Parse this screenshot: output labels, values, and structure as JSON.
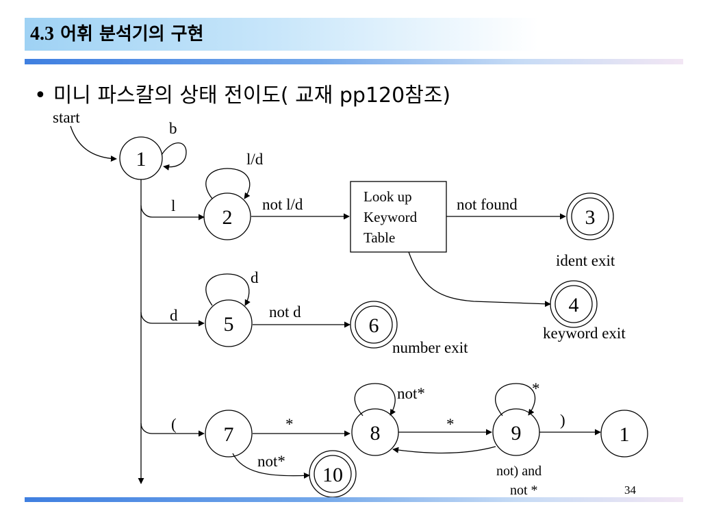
{
  "header": {
    "section_number": "4.3",
    "section_title": "어휘 분석기의 구현"
  },
  "bullet": {
    "marker": "•",
    "text": "미니 파스칼의 상태 전이도( 교재 pp120참조)"
  },
  "diagram": {
    "start_label": "start",
    "states": {
      "s1": "1",
      "s2": "2",
      "s3": "3",
      "s4": "4",
      "s5": "5",
      "s6": "6",
      "s7": "7",
      "s8": "8",
      "s9": "9",
      "s10": "10",
      "s1b": "1"
    },
    "lookup_box": [
      "Look up",
      "Keyword",
      "Table"
    ],
    "edge_labels": {
      "s1_self": "b",
      "s2_self": "l/d",
      "to_s2": "l",
      "s2_to_box": "not  l/d",
      "box_to_s3": "not found",
      "s5_self": "d",
      "to_s5": "d",
      "s5_to_s6": "not d",
      "to_s7": "(",
      "s7_to_s8": "*",
      "s8_self": "not*",
      "s8_to_s9": "*",
      "s9_self": "*",
      "s9_to_s1": ")",
      "s7_to_s10": "not*",
      "s9_back": [
        "not) and",
        "not *"
      ]
    },
    "exit_labels": {
      "ident": "ident exit",
      "keyword": "keyword exit",
      "number": "number exit"
    }
  },
  "footer": {
    "page_number": "34"
  }
}
